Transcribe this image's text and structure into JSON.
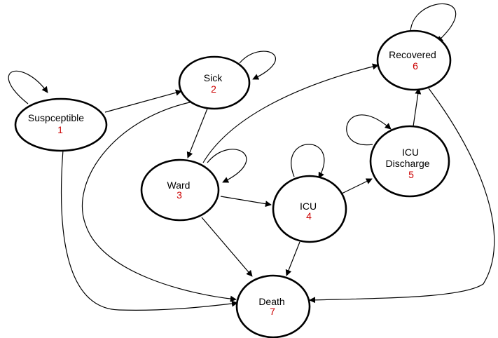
{
  "colors": {
    "node_number": "#cc0000",
    "stroke": "#000000"
  },
  "nodes": {
    "susceptible": {
      "label": "Suspceptible",
      "number": "1"
    },
    "sick": {
      "label": "Sick",
      "number": "2"
    },
    "ward": {
      "label": "Ward",
      "number": "3"
    },
    "icu": {
      "label": "ICU",
      "number": "4"
    },
    "icu_discharge": {
      "label_line1": "ICU",
      "label_line2": "Discharge",
      "number": "5"
    },
    "recovered": {
      "label": "Recovered",
      "number": "6"
    },
    "death": {
      "label": "Death",
      "number": "7"
    }
  },
  "edges": [
    {
      "from": "1",
      "to": "1",
      "type": "self-loop"
    },
    {
      "from": "1",
      "to": "2"
    },
    {
      "from": "1",
      "to": "7"
    },
    {
      "from": "2",
      "to": "2",
      "type": "self-loop"
    },
    {
      "from": "2",
      "to": "3"
    },
    {
      "from": "2",
      "to": "7"
    },
    {
      "from": "3",
      "to": "3",
      "type": "self-loop"
    },
    {
      "from": "3",
      "to": "4"
    },
    {
      "from": "3",
      "to": "6"
    },
    {
      "from": "3",
      "to": "7"
    },
    {
      "from": "4",
      "to": "4",
      "type": "self-loop"
    },
    {
      "from": "4",
      "to": "5"
    },
    {
      "from": "4",
      "to": "7"
    },
    {
      "from": "5",
      "to": "5",
      "type": "self-loop"
    },
    {
      "from": "5",
      "to": "6"
    },
    {
      "from": "6",
      "to": "6",
      "type": "self-loop"
    },
    {
      "from": "6",
      "to": "7"
    }
  ]
}
